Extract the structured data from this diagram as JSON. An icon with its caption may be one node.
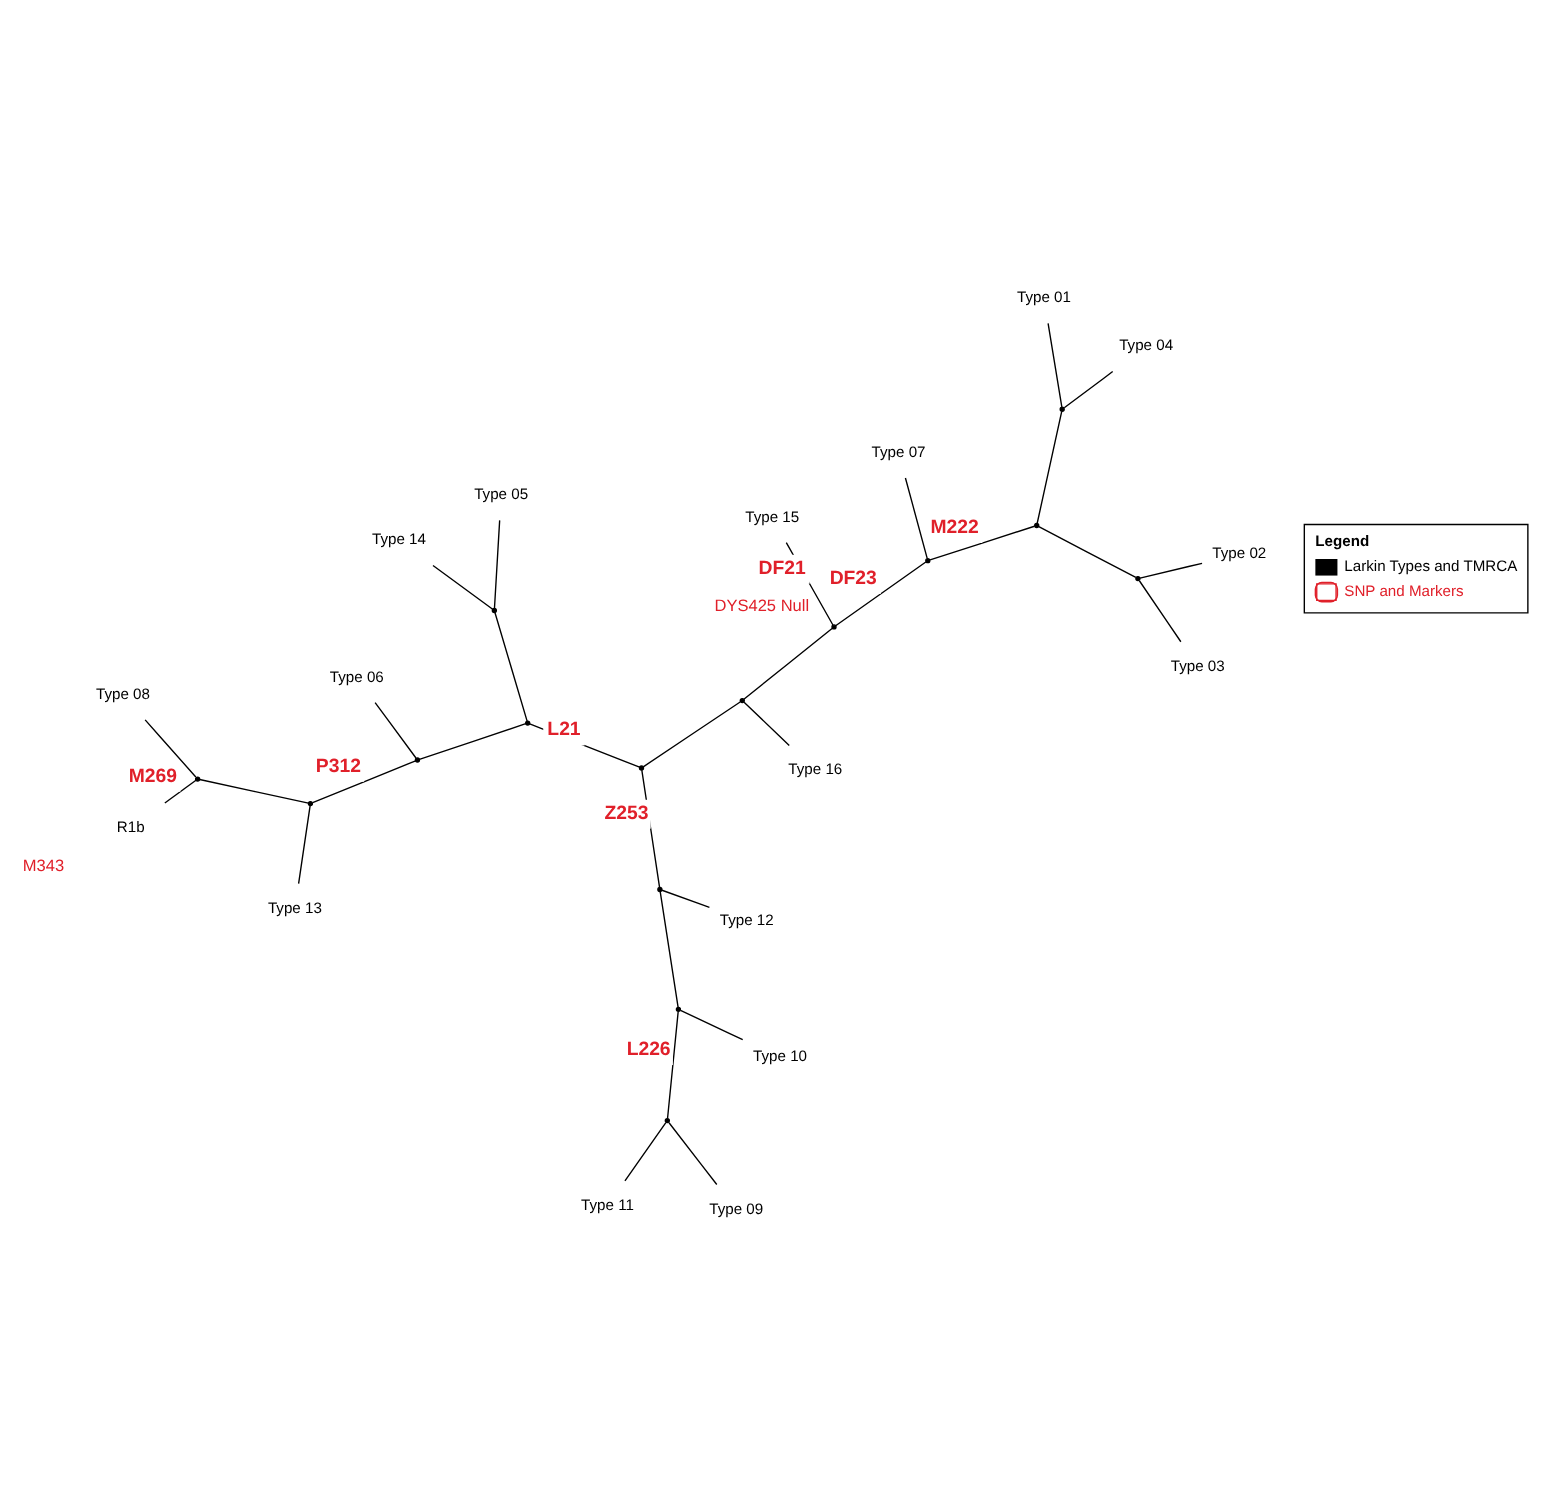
{
  "diagram": {
    "nodes": [
      {
        "text": [
          "Type 14"
        ]
      },
      {
        "text": [
          "Type 05"
        ]
      },
      {
        "text": [
          "Type 09"
        ]
      },
      {
        "text": [
          "Type 06"
        ]
      },
      {
        "text": [
          "Type 13"
        ]
      },
      {
        "text": [
          "Type 11"
        ]
      },
      {
        "text": [
          "Type 08"
        ]
      },
      {
        "text": [
          "Type 10"
        ]
      },
      {
        "text": [
          "R1b"
        ]
      },
      {
        "text": [
          "Type 12"
        ]
      },
      {
        "text": [
          "Type 16"
        ]
      },
      {
        "text": [
          "Type 07"
        ]
      },
      {
        "text": [
          "Type 15"
        ]
      },
      {
        "text": [
          "Type 04"
        ]
      },
      {
        "text": [
          "Type 01"
        ]
      },
      {
        "text": [
          "Type 02"
        ]
      },
      {
        "text": [
          "Type 03"
        ]
      },
      {
        "text": [],
        "shape": "point"
      },
      {
        "text": [],
        "shape": "point"
      },
      {
        "text": [],
        "shape": "point"
      },
      {
        "text": [],
        "shape": "point"
      },
      {
        "text": [],
        "shape": "point"
      },
      {
        "text": [],
        "shape": "point"
      },
      {
        "text": [],
        "shape": "point"
      },
      {
        "text": [],
        "shape": "point"
      },
      {
        "text": [],
        "shape": "point"
      },
      {
        "text": [],
        "shape": "point"
      },
      {
        "text": [],
        "shape": "point"
      },
      {
        "text": [],
        "shape": "point"
      },
      {
        "text": [],
        "shape": "point"
      },
      {
        "text": [],
        "shape": "point"
      },
      {
        "text": [],
        "shape": "point"
      }
    ],
    "edges": [
      {
        "from": 17,
        "to": 0,
        "arrow": "none"
      },
      {
        "from": 17,
        "to": 1,
        "arrow": "none"
      },
      {
        "from": 20,
        "to": 17,
        "arrow": "none"
      },
      {
        "from": 20,
        "to": 19,
        "arrow": "none"
      },
      {
        "from": 19,
        "to": 3,
        "arrow": "none"
      },
      {
        "from": 19,
        "to": 21,
        "arrow": "none",
        "label": "P312"
      },
      {
        "from": 21,
        "to": 4,
        "arrow": "none"
      },
      {
        "from": 21,
        "to": 23,
        "arrow": "none"
      },
      {
        "from": 23,
        "to": 6,
        "arrow": "none"
      },
      {
        "from": 23,
        "to": 8,
        "arrow": "none",
        "label": "M269"
      },
      {
        "from": 18,
        "to": 2,
        "arrow": "none"
      },
      {
        "from": 18,
        "to": 5,
        "arrow": "none"
      },
      {
        "from": 22,
        "to": 18,
        "arrow": "none",
        "label": "L226"
      },
      {
        "from": 22,
        "to": 7,
        "arrow": "none"
      },
      {
        "from": 25,
        "to": 22,
        "arrow": "none"
      },
      {
        "from": 25,
        "to": 9,
        "arrow": "none"
      },
      {
        "from": 24,
        "to": 25,
        "arrow": "none",
        "label": "Z253"
      },
      {
        "from": 24,
        "to": 20,
        "arrow": "none",
        "label": "L21"
      },
      {
        "from": 24,
        "to": 26,
        "arrow": "none"
      },
      {
        "from": 26,
        "to": 10,
        "arrow": "none"
      },
      {
        "from": 26,
        "to": 27,
        "arrow": "none"
      },
      {
        "from": 27,
        "to": 12,
        "arrow": "none",
        "label": "DF21"
      },
      {
        "from": 27,
        "to": 28,
        "arrow": "none",
        "label": "DF23"
      },
      {
        "from": 28,
        "to": 11,
        "arrow": "none"
      },
      {
        "from": 28,
        "to": 29,
        "arrow": "none",
        "label": "M222"
      },
      {
        "from": 29,
        "to": 30,
        "arrow": "none"
      },
      {
        "from": 29,
        "to": 31,
        "arrow": "none"
      },
      {
        "from": 30,
        "to": 13,
        "arrow": "none"
      },
      {
        "from": 30,
        "to": 14,
        "arrow": "none"
      },
      {
        "from": 31,
        "to": 15,
        "arrow": "none"
      },
      {
        "from": 31,
        "to": 16,
        "arrow": "none"
      }
    ],
    "labels": [
      "M343",
      "DYS425 Null",
      "Legend"
    ],
    "legend": [
      {
        "text": "Larkin Types and TMRCA"
      },
      {
        "text": "SNP and Markers"
      }
    ]
  }
}
